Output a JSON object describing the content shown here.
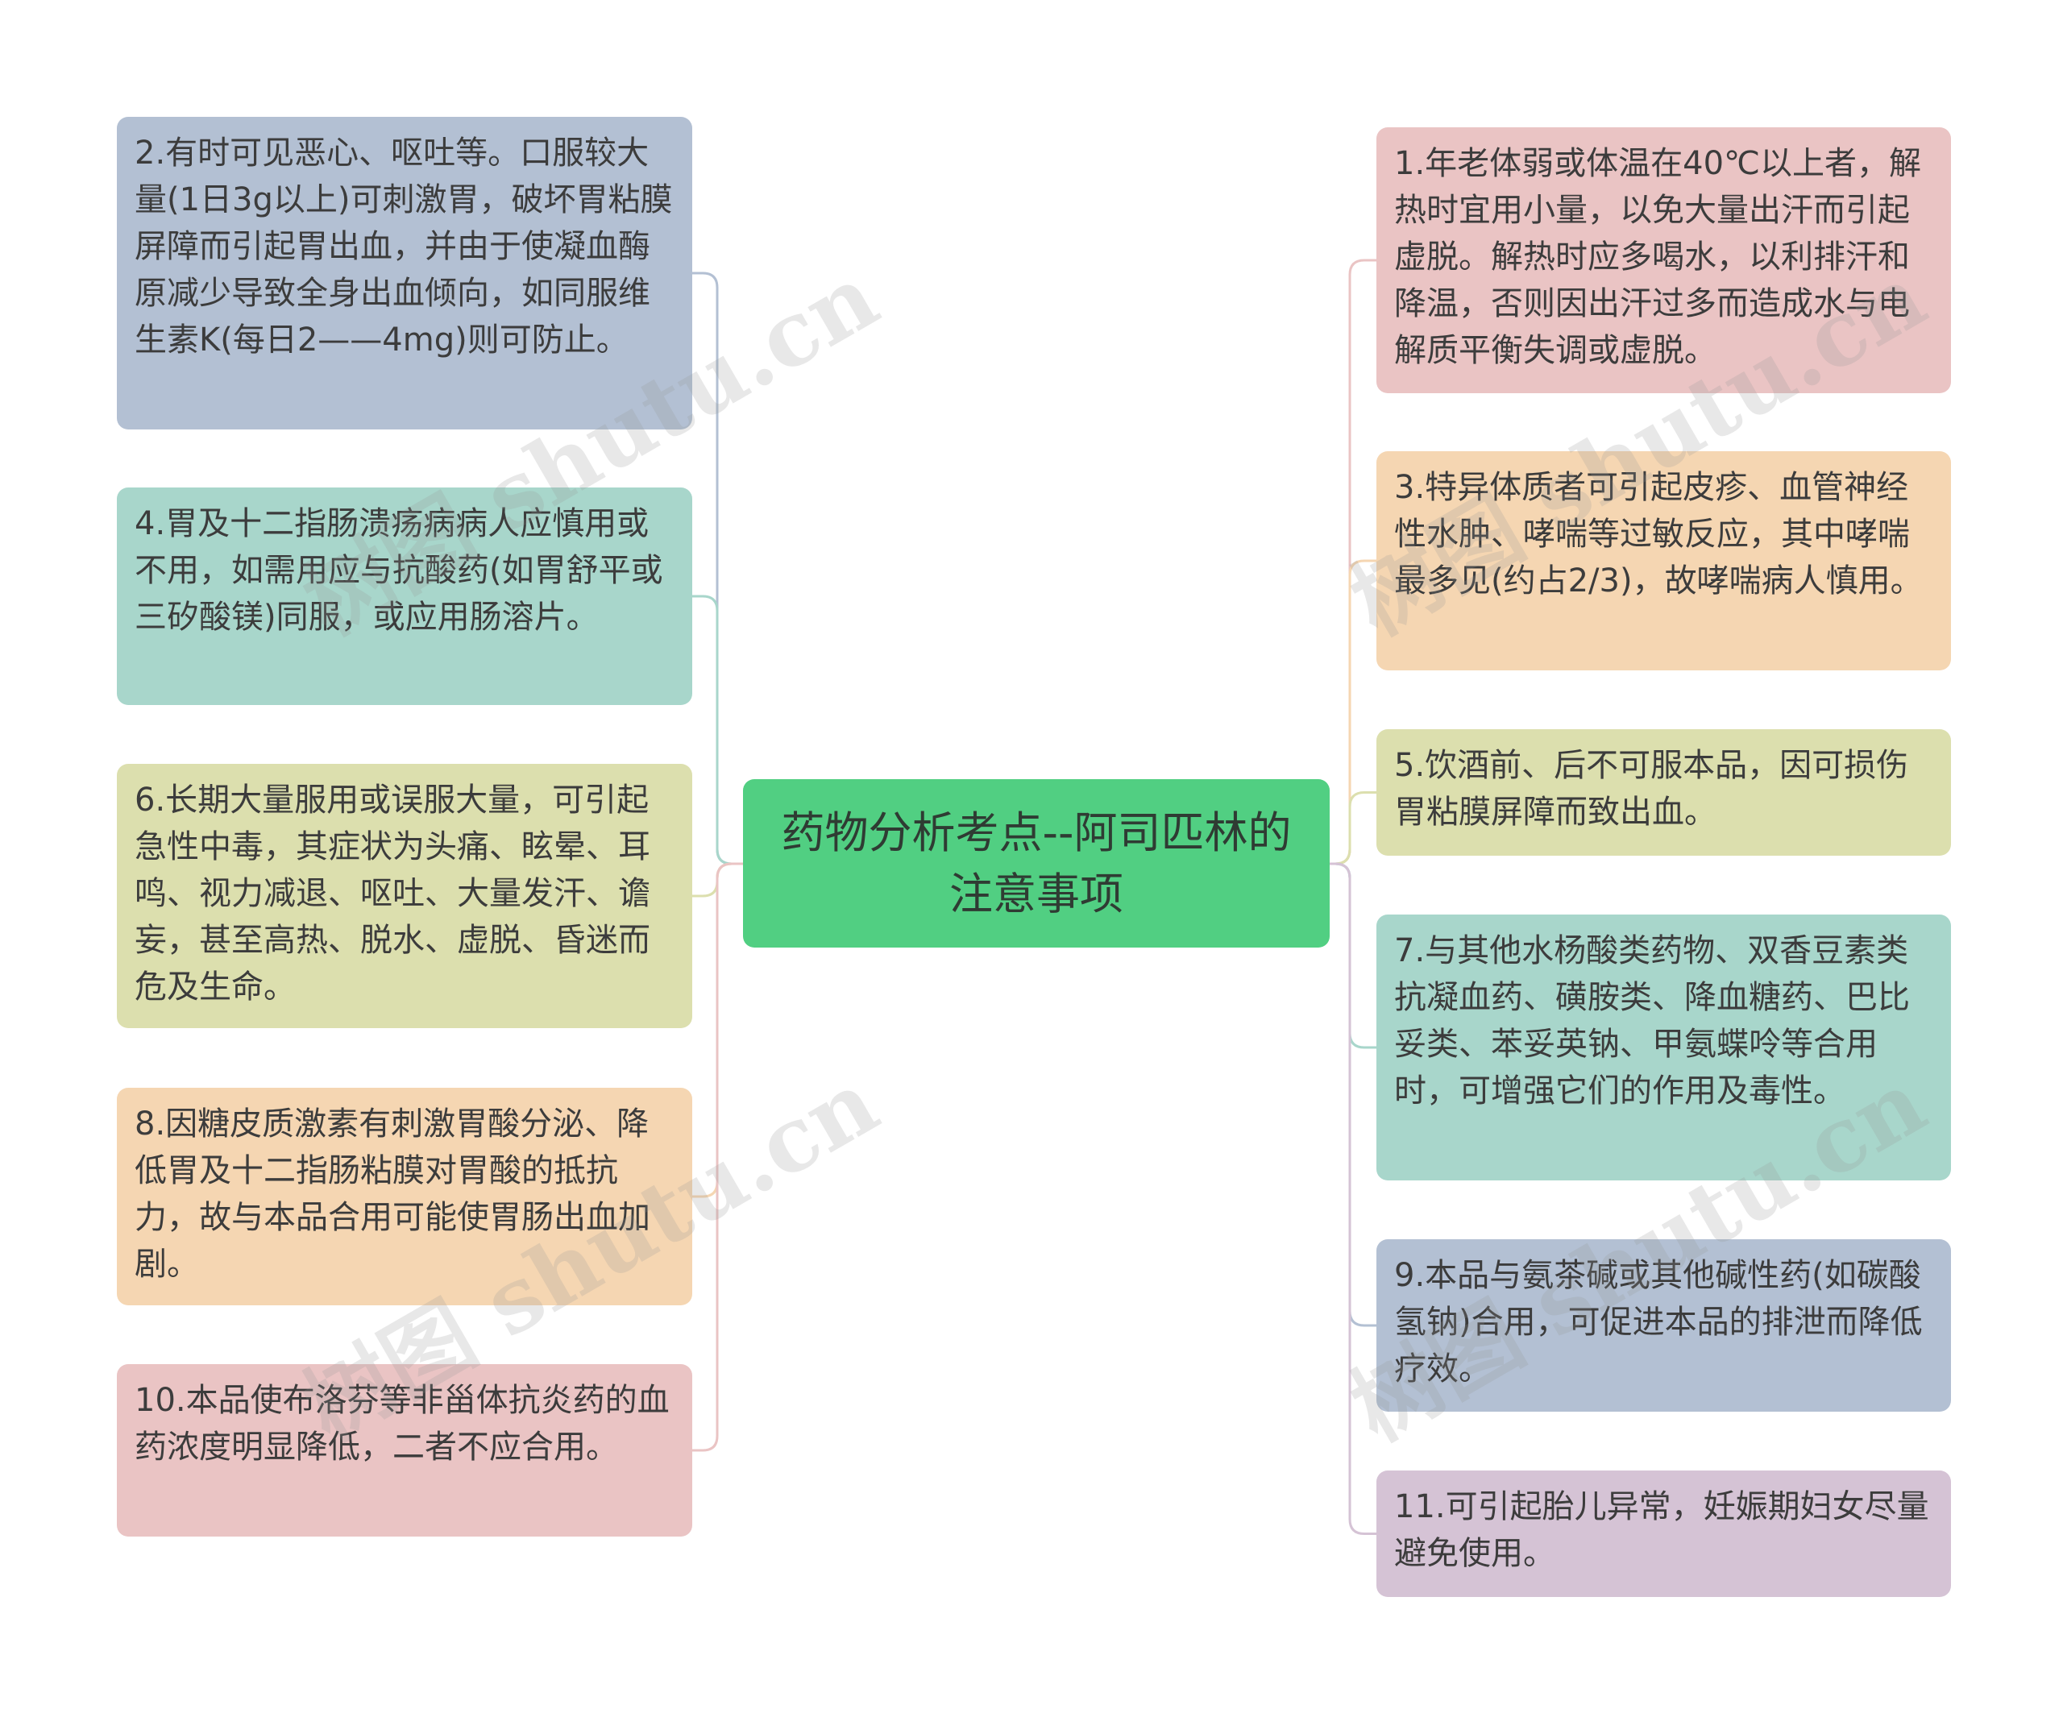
{
  "central": {
    "title": "药物分析考点--阿司匹林的注意事项",
    "color": "#51cf82"
  },
  "left_nodes": [
    {
      "text": "2.有时可见恶心、呕吐等。口服较大量(1日3g以上)可刺激胃，破坏胃粘膜屏障而引起胃出血，并由于使凝血酶原减少导致全身出血倾向，如同服维生素K(每日2——4mg)则可防止。",
      "color": "#b3c0d3"
    },
    {
      "text": "4.胃及十二指肠溃疡病病人应慎用或不用，如需用应与抗酸药(如胃舒平或三矽酸镁)同服，或应用肠溶片。",
      "color": "#a8d6cb"
    },
    {
      "text": "6.长期大量服用或误服大量，可引起急性中毒，其症状为头痛、眩晕、耳鸣、视力减退、呕吐、大量发汗、谵妄，甚至高热、脱水、虚脱、昏迷而危及生命。",
      "color": "#dcdfae"
    },
    {
      "text": "8.因糖皮质激素有刺激胃酸分泌、降低胃及十二指肠粘膜对胃酸的抵抗力，故与本品合用可能使胃肠出血加剧。",
      "color": "#f5d6b2"
    },
    {
      "text": "10.本品使布洛芬等非甾体抗炎药的血药浓度明显降低，二者不应合用。",
      "color": "#eac4c4"
    }
  ],
  "right_nodes": [
    {
      "text": "1.年老体弱或体温在40℃以上者，解热时宜用小量，以免大量出汗而引起虚脱。解热时应多喝水，以利排汗和降温，否则因出汗过多而造成水与电解质平衡失调或虚脱。",
      "color": "#eac4c4"
    },
    {
      "text": "3.特异体质者可引起皮疹、血管神经性水肿、哮喘等过敏反应，其中哮喘最多见(约占2/3)，故哮喘病人慎用。",
      "color": "#f5d6b2"
    },
    {
      "text": "5.饮酒前、后不可服本品，因可损伤胃粘膜屏障而致出血。",
      "color": "#dcdfae"
    },
    {
      "text": "7.与其他水杨酸类药物、双香豆素类抗凝血药、磺胺类、降血糖药、巴比妥类、苯妥英钠、甲氨蝶呤等合用时，可增强它们的作用及毒性。",
      "color": "#a8d6cb"
    },
    {
      "text": "9.本品与氨茶碱或其他碱性药(如碳酸氢钠)合用，可促进本品的排泄而降低疗效。",
      "color": "#b3c0d3"
    },
    {
      "text": "11.可引起胎儿异常，妊娠期妇女尽量避免使用。",
      "color": "#d5c3d5"
    }
  ],
  "watermark": "树图 shutu.cn"
}
